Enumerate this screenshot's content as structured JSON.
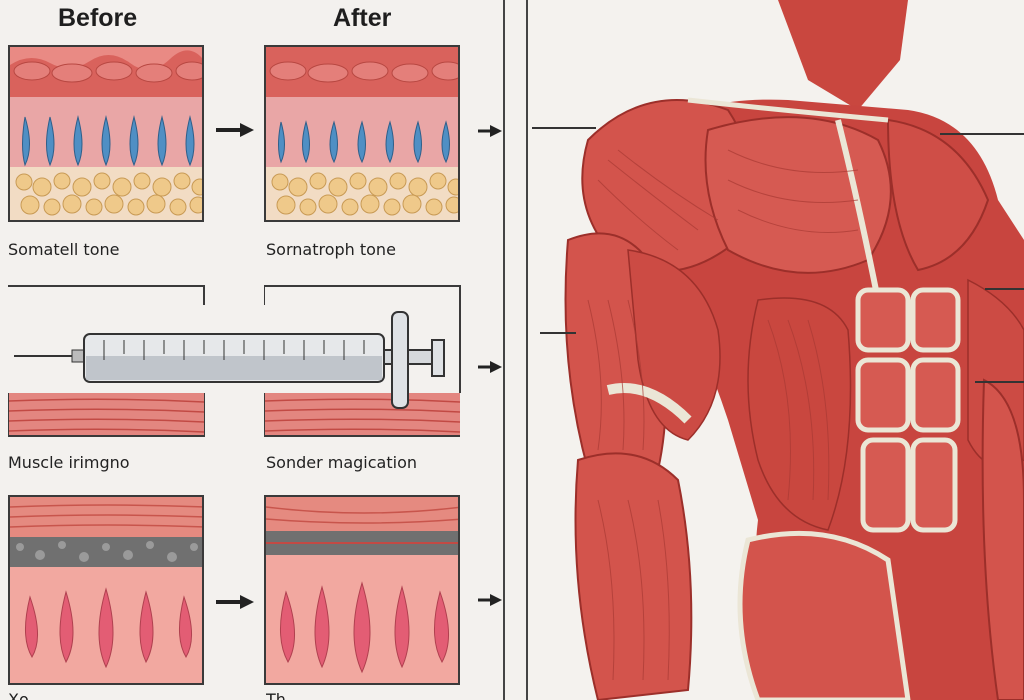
{
  "headers": {
    "before": "Before",
    "after": "After"
  },
  "rows": [
    {
      "before_caption": "Somatell tone",
      "after_caption": "Sornatroph tone"
    },
    {
      "before_caption": "Muscle irimgno",
      "after_caption": "Sonder magication"
    },
    {
      "before_caption": "Xo...",
      "after_caption": "Th..."
    }
  ],
  "colors": {
    "muscle": "#c8453f",
    "muscle_light": "#e0706a",
    "tendon": "#ebe6d6",
    "fat": "#efc98a",
    "cell_blue": "#4f8fc4",
    "frame": "#3a3a3a"
  },
  "icons": [
    "arrow-right-icon",
    "syringe-icon"
  ]
}
